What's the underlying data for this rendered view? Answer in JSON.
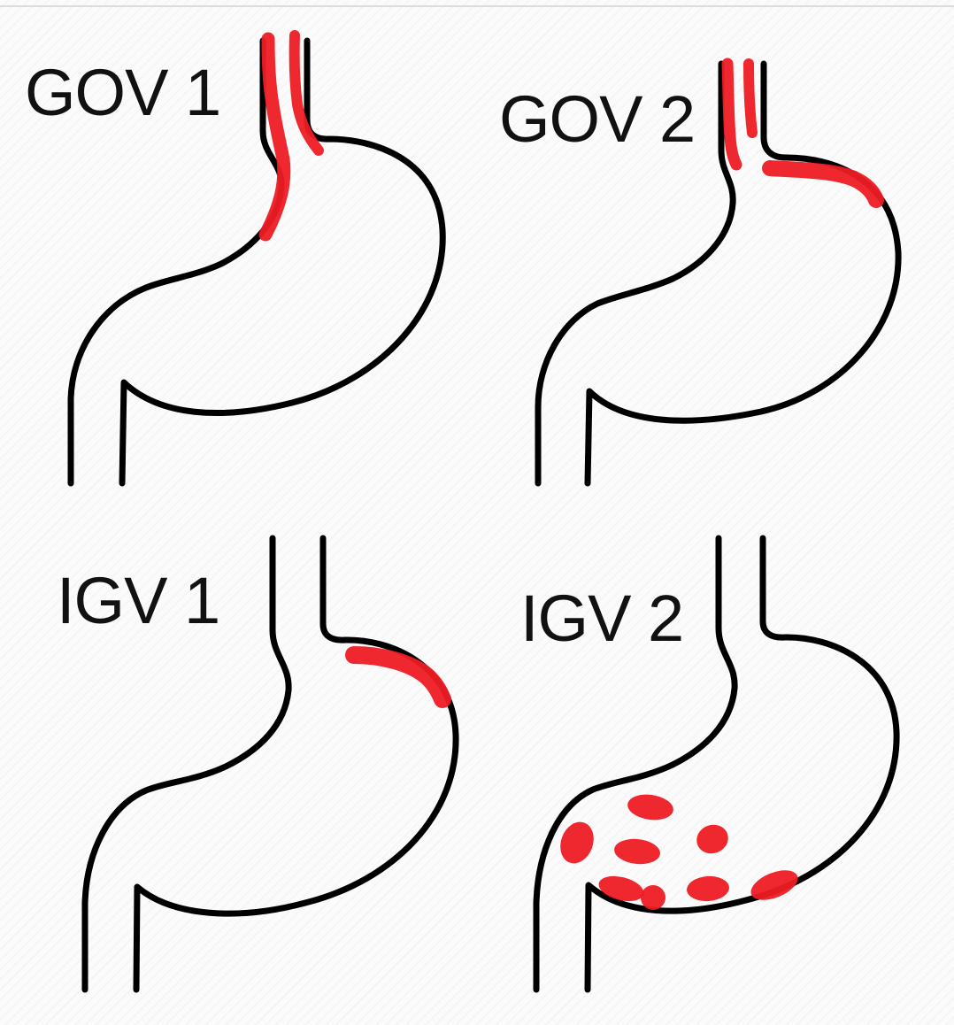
{
  "colors": {
    "outline": "#000000",
    "varices": "#ee1c24",
    "background": "#ffffff"
  },
  "panels": [
    {
      "id": "gov1",
      "label": "GOV 1"
    },
    {
      "id": "gov2",
      "label": "GOV 2"
    },
    {
      "id": "igv1",
      "label": "IGV 1"
    },
    {
      "id": "igv2",
      "label": "IGV 2"
    }
  ]
}
